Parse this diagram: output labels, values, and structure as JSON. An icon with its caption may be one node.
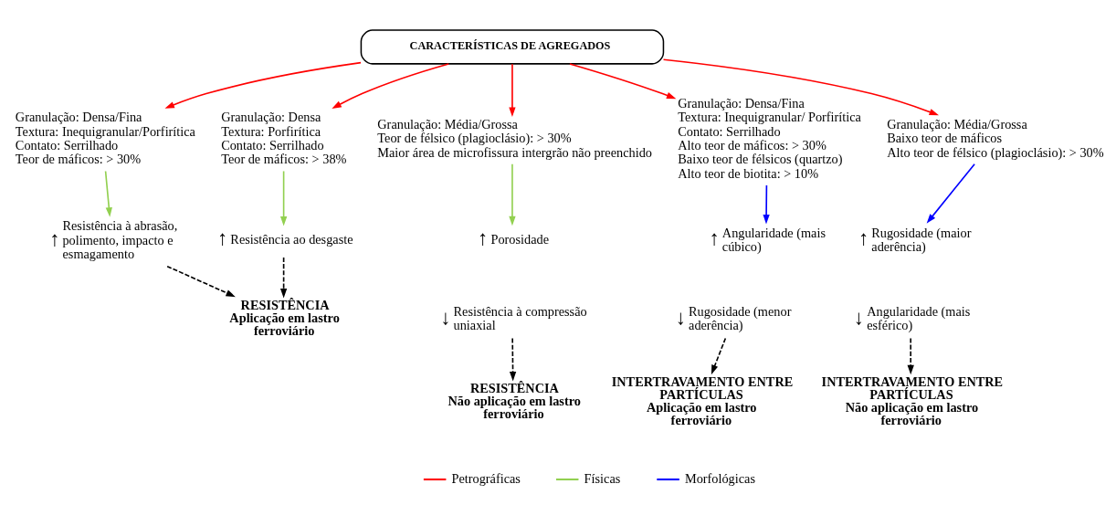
{
  "diagram": {
    "nodes": [
      {
        "text": [
          "CARACTERÍSTICAS DE AGREGADOS"
        ]
      },
      {
        "text": [
          "Granulação: Densa/Fina",
          "Textura: Inequigranular/Porfirítica",
          "Contato: Serrilhado",
          "Teor de máficos: > 30%"
        ]
      },
      {
        "text": [
          "Granulação: Densa",
          "Textura: Porfirítica",
          "Contato: Serrilhado",
          "Teor de máficos: > 38%"
        ]
      },
      {
        "text": [
          "Granulação: Média/Grossa",
          "Teor de félsico (plagioclásio): > 30%",
          "Maior área de microfissura intergrão não preenchido"
        ]
      },
      {
        "text": [
          "Granulação: Densa/Fina",
          "Textura: Inequigranular/ Porfirítica",
          "Contato: Serrilhado",
          "Alto teor de máficos: > 30%",
          "Baixo teor de félsicos (quartzo)",
          "Alto teor de biotita: > 10%"
        ]
      },
      {
        "text": [
          "Granulação: Média/Grossa",
          "Baixo teor de máficos",
          "Alto teor de félsico (plagioclásio): > 30%"
        ]
      },
      {
        "text": [
          "Resistência à abrasão, polimento, impacto e esmagamento"
        ],
        "beside": [
          "↑"
        ]
      },
      {
        "text": [
          "Resistência ao desgaste"
        ],
        "beside": [
          "↑"
        ]
      },
      {
        "text": [
          "Porosidade"
        ],
        "beside": [
          "↑"
        ]
      },
      {
        "text": [
          "Resistência à compressão uniaxial"
        ],
        "beside": [
          "↓"
        ]
      },
      {
        "text": [
          "Angularidade (mais cúbico)"
        ],
        "beside": [
          "↑"
        ]
      },
      {
        "text": [
          "Rugosidade (menor aderência)"
        ],
        "beside": [
          "↓"
        ]
      },
      {
        "text": [
          "Rugosidade (maior aderência)"
        ],
        "beside": [
          "↑"
        ]
      },
      {
        "text": [
          "Angularidade (mais esférico)"
        ],
        "beside": [
          "↓"
        ]
      },
      {
        "text": [
          "RESISTÊNCIA",
          "Aplicação em lastro ferroviário"
        ]
      },
      {
        "text": [
          "RESISTÊNCIA",
          "Não aplicação em lastro ferroviário"
        ]
      },
      {
        "text": [
          "INTERTRAVAMENTO ENTRE PARTÍCULAS",
          "Aplicação em lastro ferroviário"
        ]
      },
      {
        "text": [
          "INTERTRAVAMENTO ENTRE PARTÍCULAS",
          "Não aplicação em lastro ferroviário"
        ]
      }
    ],
    "edges": [
      {
        "from": 0,
        "to": 1,
        "arrow": "to",
        "color": "#ff0000"
      },
      {
        "from": 0,
        "to": 2,
        "arrow": "to",
        "color": "#ff0000"
      },
      {
        "from": 0,
        "to": 3,
        "arrow": "to",
        "color": "#ff0000"
      },
      {
        "from": 0,
        "to": 4,
        "arrow": "to",
        "color": "#ff0000"
      },
      {
        "from": 0,
        "to": 5,
        "arrow": "to",
        "color": "#ff0000"
      },
      {
        "from": 1,
        "to": 6,
        "arrow": "to",
        "color": "#92d050"
      },
      {
        "from": 2,
        "to": 7,
        "arrow": "to",
        "color": "#92d050"
      },
      {
        "from": 3,
        "to": 8,
        "arrow": "to",
        "color": "#92d050"
      },
      {
        "from": 4,
        "to": 10,
        "arrow": "to",
        "color": "#0000ff"
      },
      {
        "from": 5,
        "to": 12,
        "arrow": "to",
        "color": "#0000ff"
      },
      {
        "from": 6,
        "to": 14,
        "arrow": "to",
        "style": "dashed",
        "color": "#000000"
      },
      {
        "from": 7,
        "to": 14,
        "arrow": "to",
        "style": "dashed",
        "color": "#000000"
      },
      {
        "from": 9,
        "to": 15,
        "arrow": "to",
        "style": "dashed",
        "color": "#000000"
      },
      {
        "from": 11,
        "to": 16,
        "arrow": "to",
        "style": "dashed",
        "color": "#000000"
      },
      {
        "from": 13,
        "to": 17,
        "arrow": "to",
        "style": "dashed",
        "color": "#000000"
      }
    ],
    "legend": [
      {
        "text": "Petrográficas",
        "color": "#ff0000"
      },
      {
        "text": "Físicas",
        "color": "#92d050"
      },
      {
        "text": "Morfológicas",
        "color": "#0000ff"
      }
    ]
  }
}
